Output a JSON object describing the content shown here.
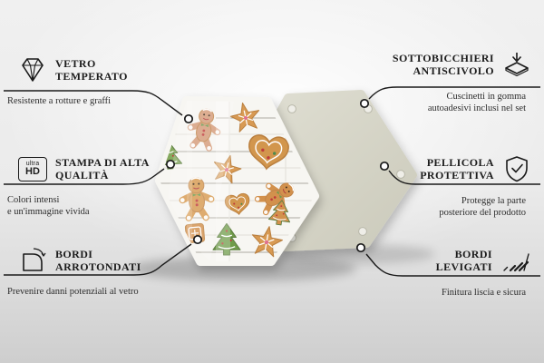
{
  "scene": {
    "description": "Hexagonal glass coaster product mockup with annotated features",
    "front_print": "Christmas gingerbread cookies on white wooden boards",
    "back_panel_color": "#d5d4c6",
    "cookie_color": "#d2914e",
    "line_color": "#1a1a1a",
    "background_color": "#e9e9e9"
  },
  "callouts": [
    {
      "id": "vetro-temperato",
      "side": "left",
      "icon": "diamond-icon",
      "title_lines": [
        "VETRO",
        "TEMPERATO"
      ],
      "subtitle_lines": [
        "Resistente a rotture e graffi"
      ]
    },
    {
      "id": "stampa-di-alta-qualita",
      "side": "left",
      "icon": "ultra-hd-icon",
      "icon_text": {
        "top": "ultra",
        "bottom": "HD"
      },
      "title_lines": [
        "STAMPA DI ALTA",
        "QUALITÀ"
      ],
      "subtitle_lines": [
        "Colori intensi",
        "e un'immagine vivida"
      ]
    },
    {
      "id": "bordi-arrotondati",
      "side": "left",
      "icon": "rounded-corner-icon",
      "title_lines": [
        "BORDI",
        "ARROTONDATI"
      ],
      "subtitle_lines": [
        "Prevenire danni potenziali al vetro"
      ]
    },
    {
      "id": "sottobicchieri-antiscivolo",
      "side": "right",
      "icon": "coaster-pad-icon",
      "title_lines": [
        "SOTTOBICCHIERI",
        "ANTISCIVOLO"
      ],
      "subtitle_lines": [
        "Cuscinetti in gomma",
        "autoadesivi inclusi nel set"
      ]
    },
    {
      "id": "pellicola-protettiva",
      "side": "right",
      "icon": "shield-check-icon",
      "title_lines": [
        "PELLICOLA",
        "PROTETTIVA"
      ],
      "subtitle_lines": [
        "Protegge la parte",
        "posteriore del prodotto"
      ]
    },
    {
      "id": "bordi-levigati",
      "side": "right",
      "icon": "hatched-edge-icon",
      "title_lines": [
        "BORDI",
        "LEVIGATI"
      ],
      "subtitle_lines": [
        "Finitura liscia e sicura"
      ]
    }
  ]
}
